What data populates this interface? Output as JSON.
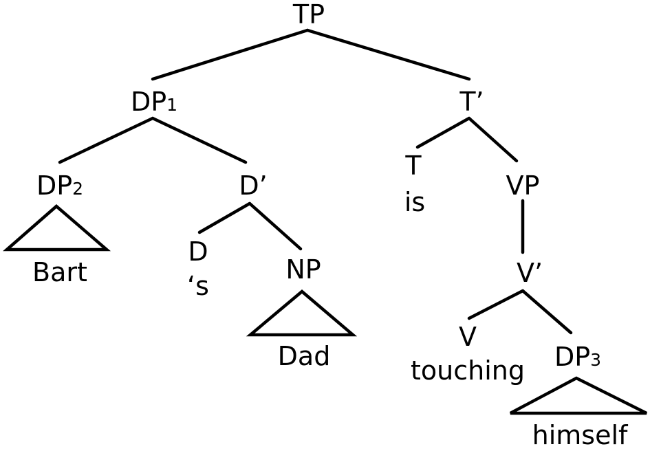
{
  "nodes": {
    "tp": "TP",
    "dp1": {
      "label": "DP",
      "index": "1"
    },
    "t_bar": "T’",
    "dp2": {
      "label": "DP",
      "index": "2"
    },
    "dp2_word": "Bart",
    "d_bar": "D’",
    "d": "D",
    "d_word": "‘s",
    "np": "NP",
    "np_word": "Dad",
    "t": "T",
    "t_word": "is",
    "vp": "VP",
    "v_bar": "V’",
    "v": "V",
    "v_word": "touching",
    "dp3": {
      "label": "DP",
      "index": "3"
    },
    "dp3_word": "himself"
  },
  "colors": {
    "ink": "#000000",
    "background": "#ffffff"
  }
}
